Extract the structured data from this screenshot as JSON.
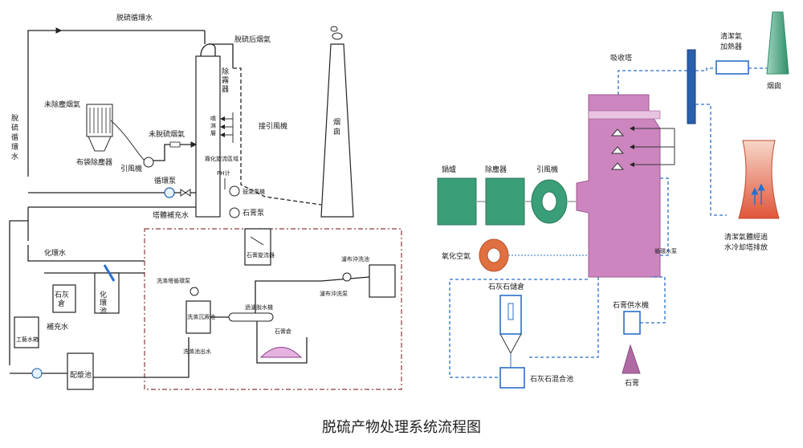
{
  "caption": "脱硫产物处理系统流程图",
  "left": {
    "desulf_circ_water_top": "脱硫循環水",
    "desulf_circ_water_side": "脱硫循環水",
    "after_desulf_flue_gas": "脫硫后烟氣",
    "undedusted_flue_gas": "未除塵烟氣",
    "bag_filter": "布袋除塵器",
    "induced_fan": "引風機",
    "undesulfed_flue_gas": "未脫硫烟氣",
    "demister": "除霧器",
    "spray_layer": "噴淋層",
    "to_induced_fan": "接引風機",
    "chimney": "烟囱",
    "swirl_zone": "霧化旋流區域",
    "ph_meter": "PH计",
    "circulation_pump": "循環泵",
    "slurry_fan": "鼓泵風機",
    "tower_makeup_water": "塔體補充水",
    "gypsum_pump": "石膏泵",
    "gypsum_cyclone": "石膏旋流器",
    "chem_loop_water": "化環水",
    "lime_bin": "石灰倉",
    "chem_loop_pool": "化環池",
    "makeup_water": "補充水",
    "process_water_tank": "工藝水箱",
    "dosing_pool": "配漿池",
    "washing_tower_pump": "洗滌塔循環泵",
    "washing_sediment_pool": "洗滌沉澱池",
    "washing_outlet_water": "洗滌池出水",
    "vacuum_belt_filter": "過濾脫水機",
    "gypsum_bin": "石膏倉",
    "filter_cloth_pool": "濾布沖洗池",
    "filter_cloth_pump": "濾布沖洗泵"
  },
  "right": {
    "absorber": "吸收塔",
    "clean_gas_heater": "清潔氣加熱器",
    "chimney": "烟囱",
    "boiler": "鍋爐",
    "dust_remover": "除塵器",
    "induced_fan": "引風機",
    "oxidation_air": "氧化空氣",
    "circulation_pump": "循環水泵",
    "cooling_tower_note": "清潔氣體經過\n水冷却塔排放",
    "limestone_silo": "石灰石儲倉",
    "gypsum_water_supply": "石膏供水機",
    "limestone_mix_pool": "石灰石混合池",
    "gypsum": "石膏"
  },
  "colors": {
    "pink": "#cc85bf",
    "pink_dark": "#b06aa3",
    "green": "#3a9e78",
    "orange": "#e07040",
    "blue_dash": "#2a6fc9",
    "tower_blue": "#2b5fad",
    "cooling_grad": "#e05a3a",
    "chimney_green": "#2f8f6a"
  }
}
